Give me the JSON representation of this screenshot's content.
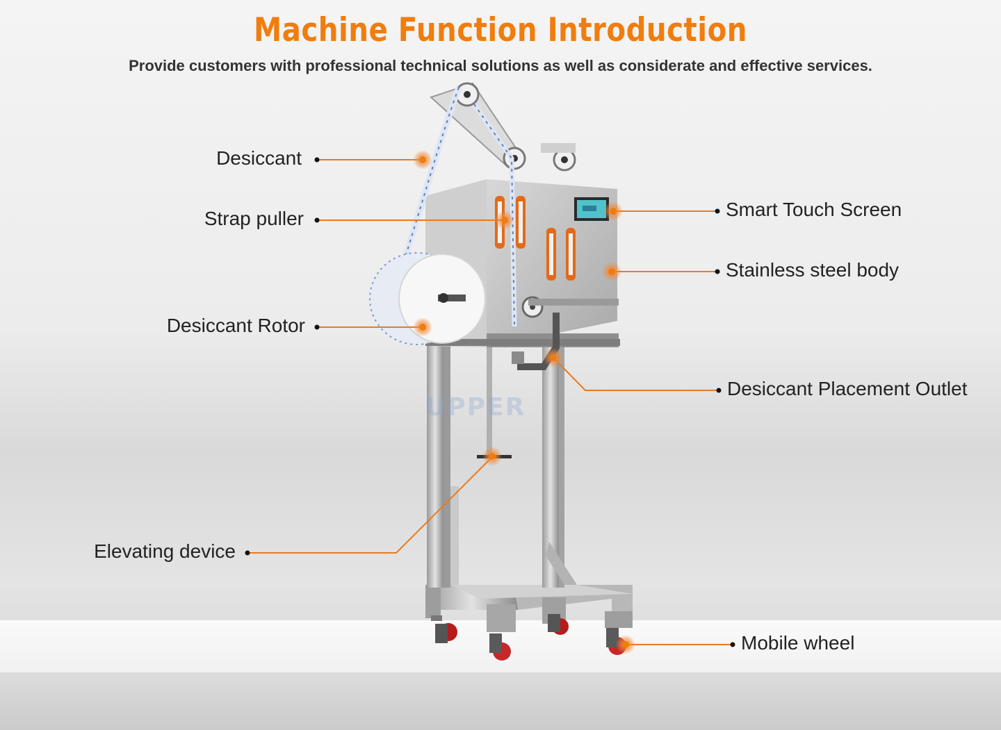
{
  "title": "Machine Function Introduction",
  "subtitle": "Provide customers with professional technical solutions as well as considerate and effective services.",
  "colors": {
    "accent": "#f07d0e",
    "leader": "#e87a1e",
    "text": "#222222"
  },
  "watermark": "UPPER",
  "callouts": {
    "desiccant": "Desiccant",
    "strap_puller": "Strap puller",
    "desiccant_rotor": "Desiccant Rotor",
    "elevating_device": "Elevating device",
    "smart_touch_screen": "Smart Touch Screen",
    "stainless_steel_body": "Stainless steel body",
    "desiccant_placement_outlet": "Desiccant Placement Outlet",
    "mobile_wheel": "Mobile wheel"
  }
}
